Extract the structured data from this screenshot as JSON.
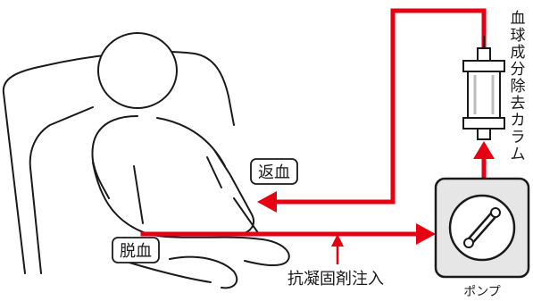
{
  "labels": {
    "return_blood": "返血",
    "draw_blood": "脱血",
    "anticoagulant": "抗凝固剤注入",
    "pump": "ポンプ",
    "column_chars": [
      "血",
      "球",
      "成",
      "分",
      "除",
      "去",
      "カ",
      "ラ",
      "ム"
    ]
  },
  "colors": {
    "flow": "#e60012",
    "outline": "#1a1a1a",
    "pump_fill": "#e6e6e6"
  }
}
